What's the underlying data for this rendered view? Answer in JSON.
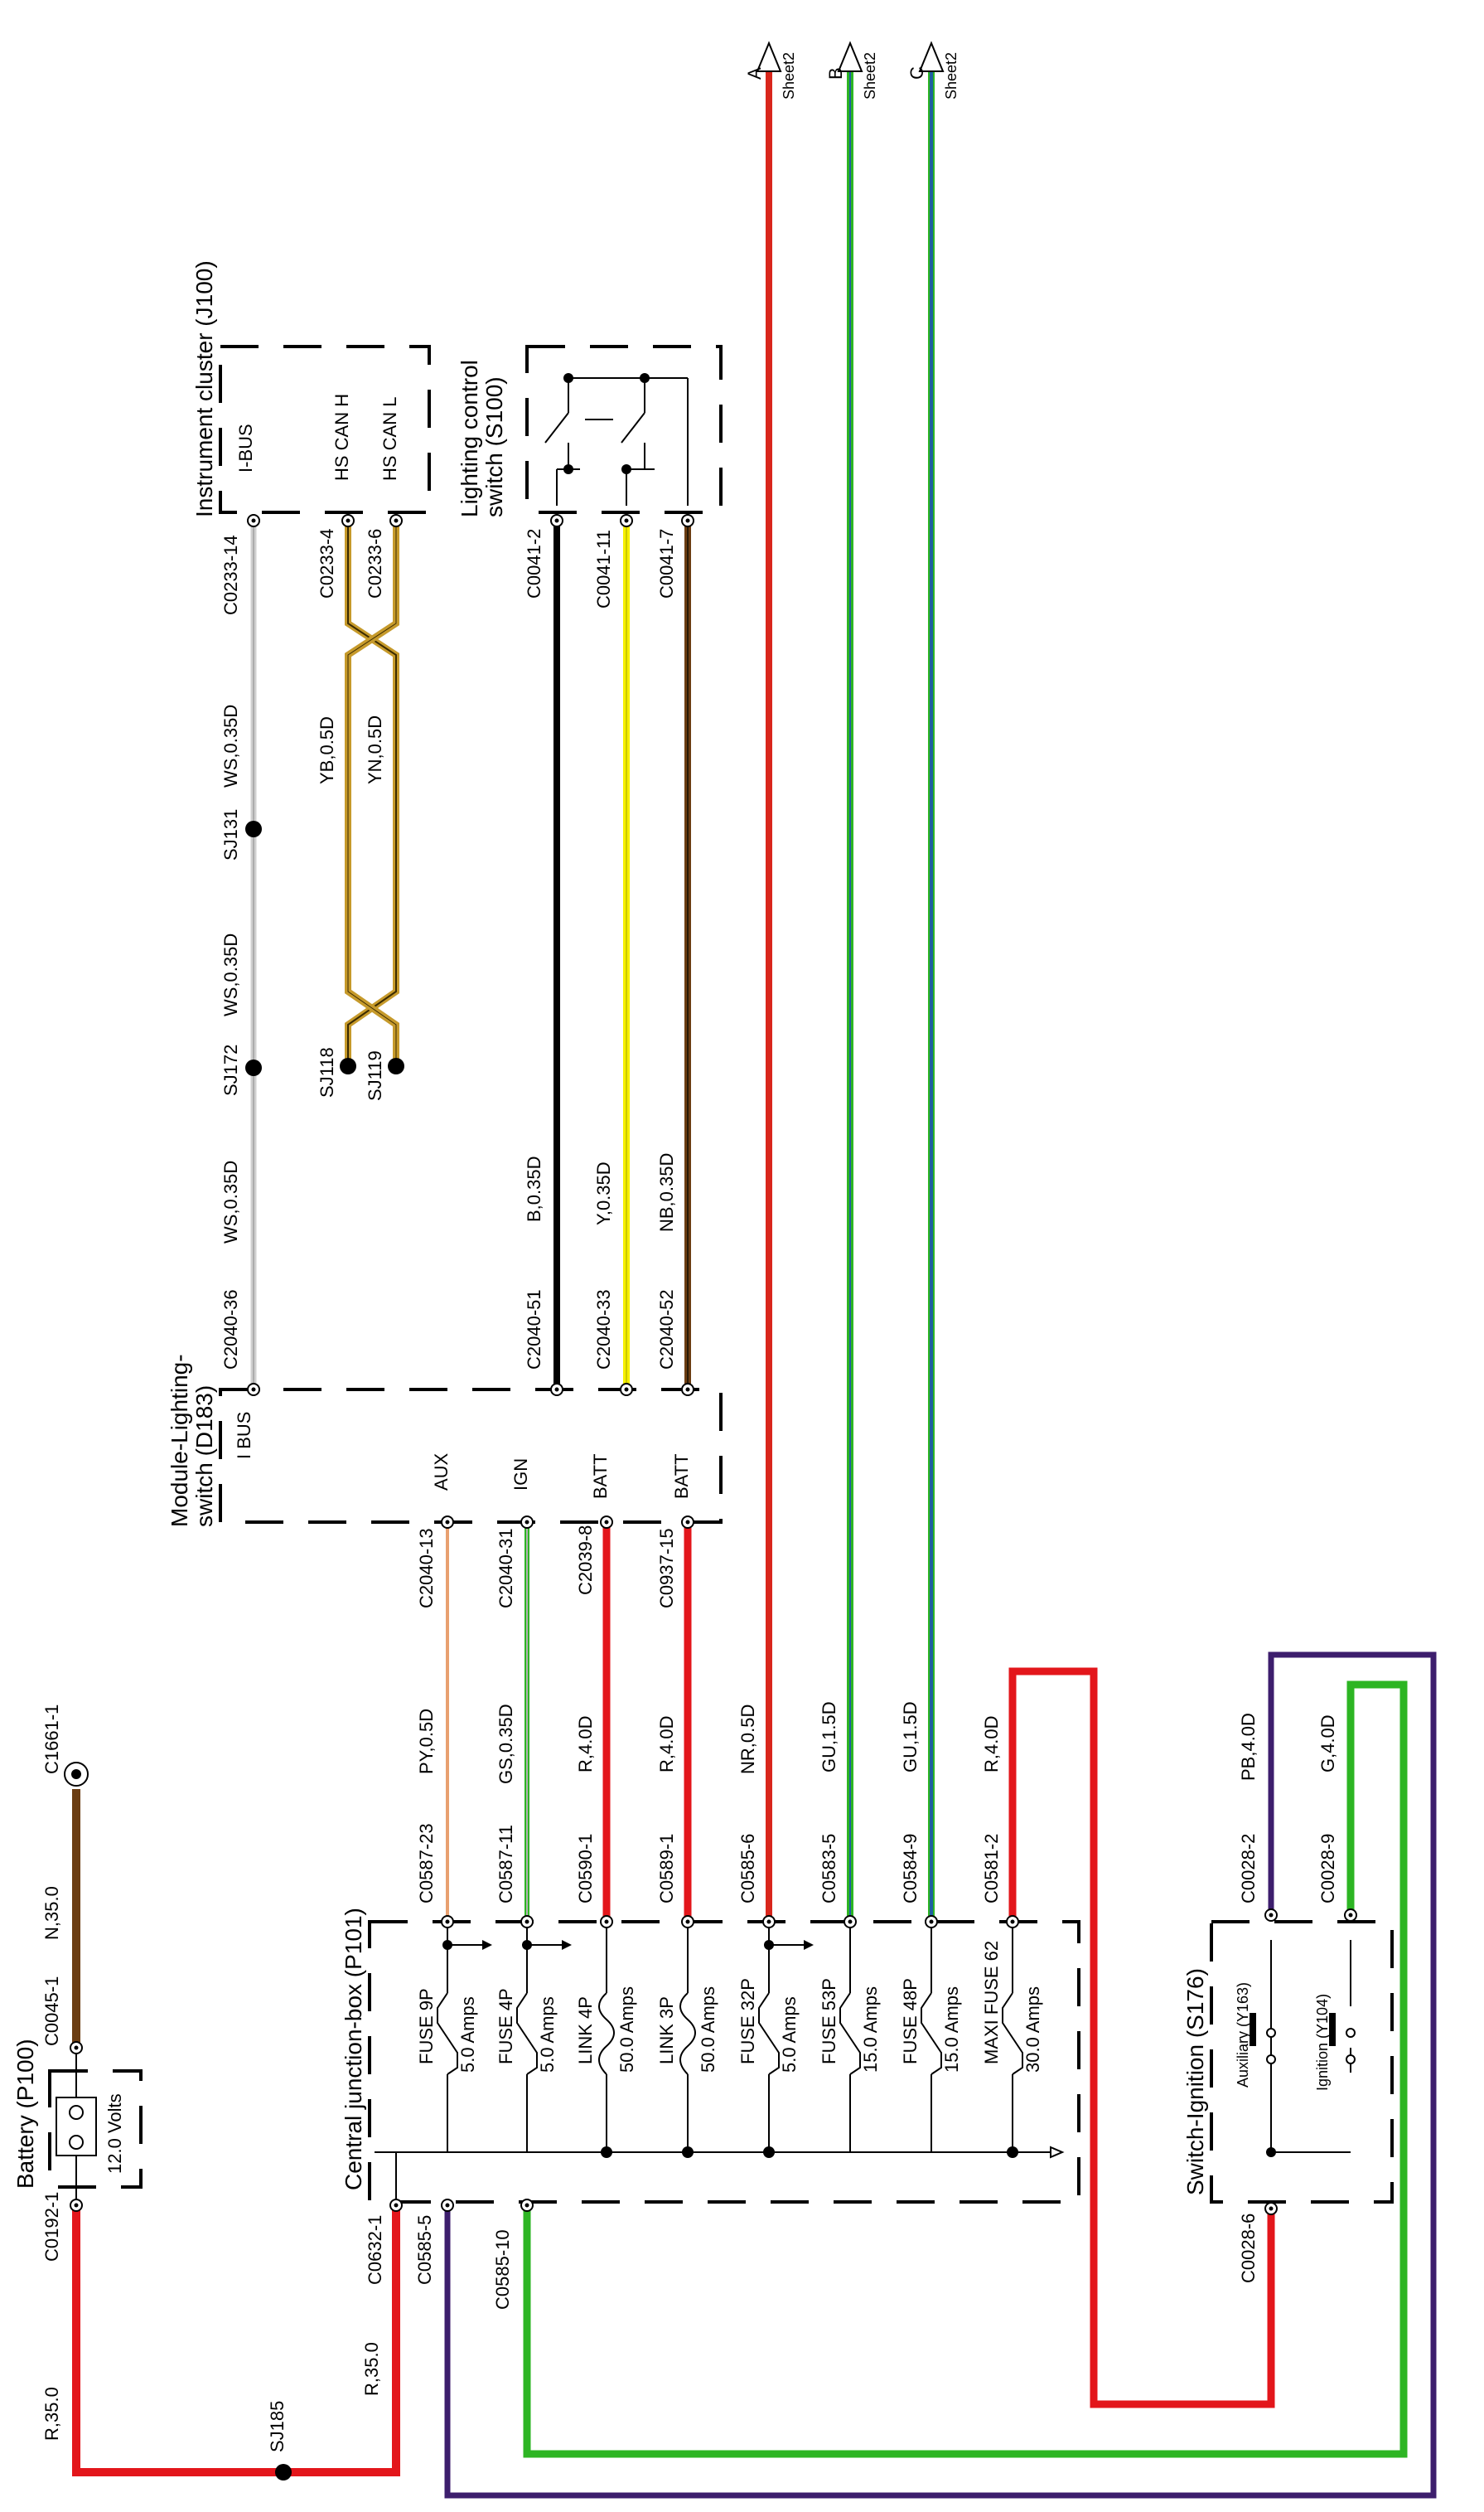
{
  "wire_colors": {
    "red": "#e3161b",
    "green": "#2db523",
    "purple": "#3d1e6d",
    "brown": "#6b3d12",
    "yellow": "#f6f000",
    "gold": "#c69a2b",
    "grey": "#cfcfcf",
    "blue": "#1f5fa0",
    "black": "#000000",
    "nr_red": "#d9261c",
    "orange": "#e8a070"
  },
  "components": {
    "battery": {
      "title": "Battery (P100)",
      "voltage": "12.0 Volts"
    },
    "cjb": {
      "title": "Central junction-box (P101)"
    },
    "lighting_module": {
      "title_line1": "Module-Lighting-",
      "title_line2": "switch (D183)"
    },
    "instrument_cluster": {
      "title": "Instrument cluster (J100)"
    },
    "lighting_switch": {
      "title_line1": "Lighting control",
      "title_line2": "switch (S100)"
    },
    "ignition_switch": {
      "title": "Switch-Ignition (S176)",
      "aux": "Auxiliary (Y163)",
      "ign": "Ignition (Y104)"
    }
  },
  "module_pins": {
    "ibus": "I BUS",
    "aux": "AUX",
    "ign": "IGN",
    "batt1": "BATT",
    "batt2": "BATT"
  },
  "cluster_pins": {
    "ibus": "I-BUS",
    "can_h": "HS CAN H",
    "can_l": "HS CAN L"
  },
  "connectors": {
    "c0192_1": "C0192-1",
    "c0045_1": "C0045-1",
    "c1661_1": "C1661-1",
    "c0632_1": "C0632-1",
    "c0585_5": "C0585-5",
    "c0585_10": "C0585-10",
    "c0587_23": "C0587-23",
    "c0587_11": "C0587-11",
    "c0590_1": "C0590-1",
    "c0589_1": "C0589-1",
    "c0585_6": "C0585-6",
    "c0583_5": "C0583-5",
    "c0584_9": "C0584-9",
    "c0581_2": "C0581-2",
    "c2040_13": "C2040-13",
    "c2040_31": "C2040-31",
    "c2039_8": "C2039-8",
    "c0937_15": "C0937-15",
    "c2040_36": "C2040-36",
    "c2040_51": "C2040-51",
    "c2040_33": "C2040-33",
    "c2040_52": "C2040-52",
    "c0233_14": "C0233-14",
    "c0233_4": "C0233-4",
    "c0233_6": "C0233-6",
    "c0041_2": "C0041-2",
    "c0041_11": "C0041-11",
    "c0041_7": "C0041-7",
    "c0028_6": "C0028-6",
    "c0028_2": "C0028-2",
    "c0028_9": "C0028-9"
  },
  "splices": {
    "sj185": "SJ185",
    "sj172": "SJ172",
    "sj131": "SJ131",
    "sj118": "SJ118",
    "sj119": "SJ119"
  },
  "wires": {
    "r35_batt": "R,35.0",
    "r35_cjb": "R,35.0",
    "n35": "N,35.0",
    "py05": "PY,0.5D",
    "gs035": "GS,0.35D",
    "r40_a": "R,4.0D",
    "r40_b": "R,4.0D",
    "nr05": "NR,0.5D",
    "gu15_a": "GU,1.5D",
    "gu15_b": "GU,1.5D",
    "r40_c": "R,4.0D",
    "ws035_a": "WS,0.35D",
    "ws035_b": "WS,0.35D",
    "ws035_c": "WS,0.35D",
    "yb05": "YB,0.5D",
    "yn05": "YN,0.5D",
    "b035": "B,0.35D",
    "y035": "Y,0.35D",
    "nb035": "NB,0.35D",
    "pb40": "PB,4.0D",
    "g40": "G,4.0D"
  },
  "fuses": [
    {
      "name": "FUSE 9P",
      "rating": "5.0 Amps"
    },
    {
      "name": "FUSE 4P",
      "rating": "5.0 Amps"
    },
    {
      "name": "LINK 4P",
      "rating": "50.0 Amps"
    },
    {
      "name": "LINK 3P",
      "rating": "50.0 Amps"
    },
    {
      "name": "FUSE 32P",
      "rating": "5.0 Amps"
    },
    {
      "name": "FUSE 53P",
      "rating": "15.0 Amps"
    },
    {
      "name": "FUSE 48P",
      "rating": "15.0 Amps"
    },
    {
      "name": "MAXI FUSE 62",
      "rating": "30.0 Amps"
    }
  ],
  "sheet_refs": [
    {
      "letter": "A",
      "sheet": "Sheet2"
    },
    {
      "letter": "B",
      "sheet": "Sheet2"
    },
    {
      "letter": "C",
      "sheet": "Sheet2"
    }
  ]
}
